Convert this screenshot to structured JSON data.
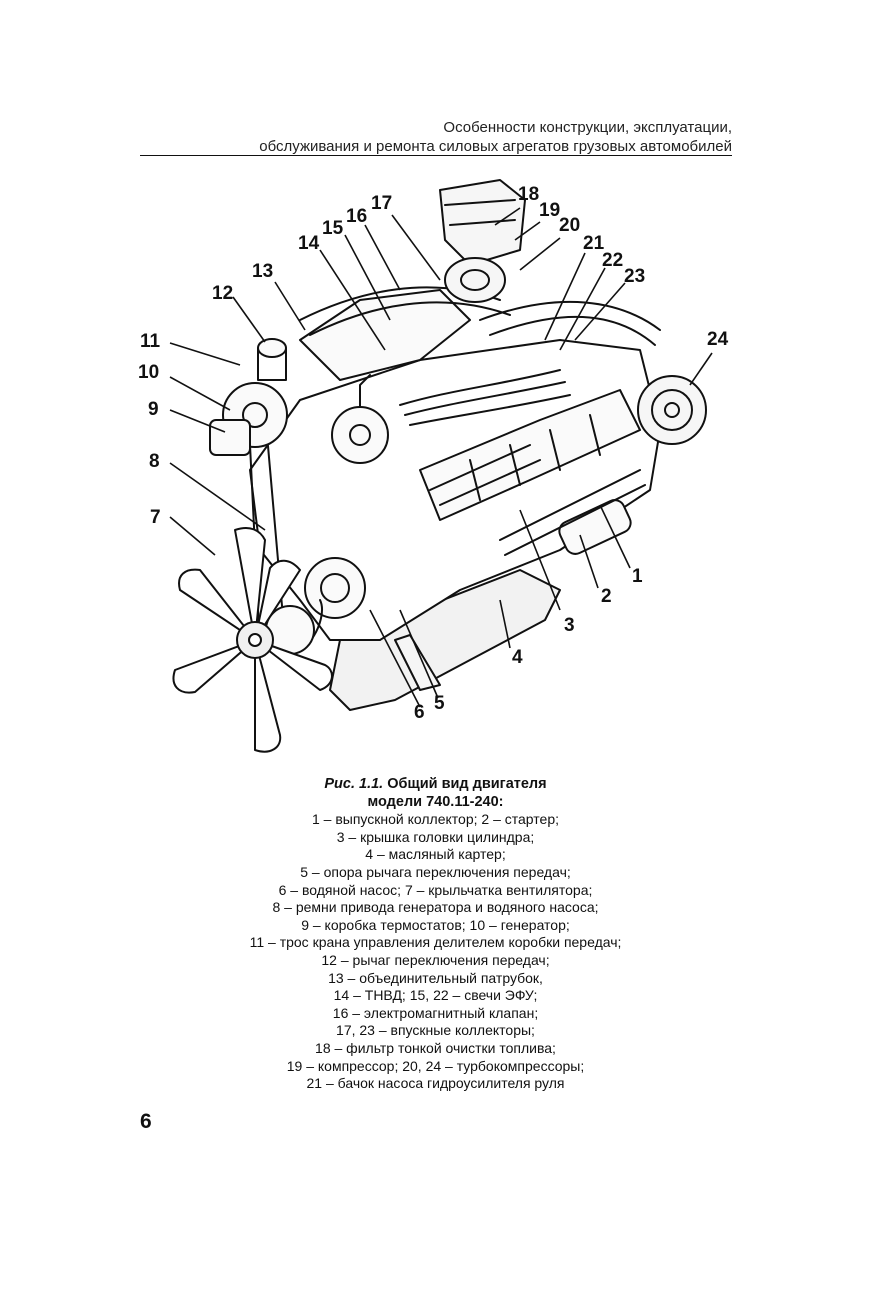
{
  "header": {
    "line1": "Особенности конструкции, эксплуатации,",
    "line2": "обслуживания и ремонта силовых агрегатов грузовых автомобилей"
  },
  "figure": {
    "callouts": [
      "1",
      "2",
      "3",
      "4",
      "5",
      "6",
      "7",
      "8",
      "9",
      "10",
      "11",
      "12",
      "13",
      "14",
      "15",
      "16",
      "17",
      "18",
      "19",
      "20",
      "21",
      "22",
      "23",
      "24"
    ]
  },
  "caption": {
    "fig_label": "Рис. 1.1.",
    "title_rest": " Общий вид двигателя",
    "title_line2": "модели 740.11-240:",
    "lines": [
      "1 – выпускной коллектор; 2 – стартер;",
      "3 – крышка головки цилиндра;",
      "4 – масляный картер;",
      "5 – опора рычага переключения передач;",
      "6 – водяной насос; 7 – крыльчатка вентилятора;",
      "8 – ремни привода генератора и водяного насоса;",
      "9 – коробка термостатов; 10 – генератор;",
      "11 – трос крана управления делителем коробки передач;",
      "12 – рычаг переключения передач;",
      "13 – объединительный патрубок,",
      "14 – ТНВД; 15, 22 – свечи ЭФУ;",
      "16 – электромагнитный клапан;",
      "17, 23 – впускные коллекторы;",
      "18 – фильтр тонкой очистки топлива;",
      "19 – компрессор; 20, 24 – турбокомпрессоры;",
      "21 – бачок насоса гидроусилителя руля"
    ]
  },
  "page_number": "6"
}
